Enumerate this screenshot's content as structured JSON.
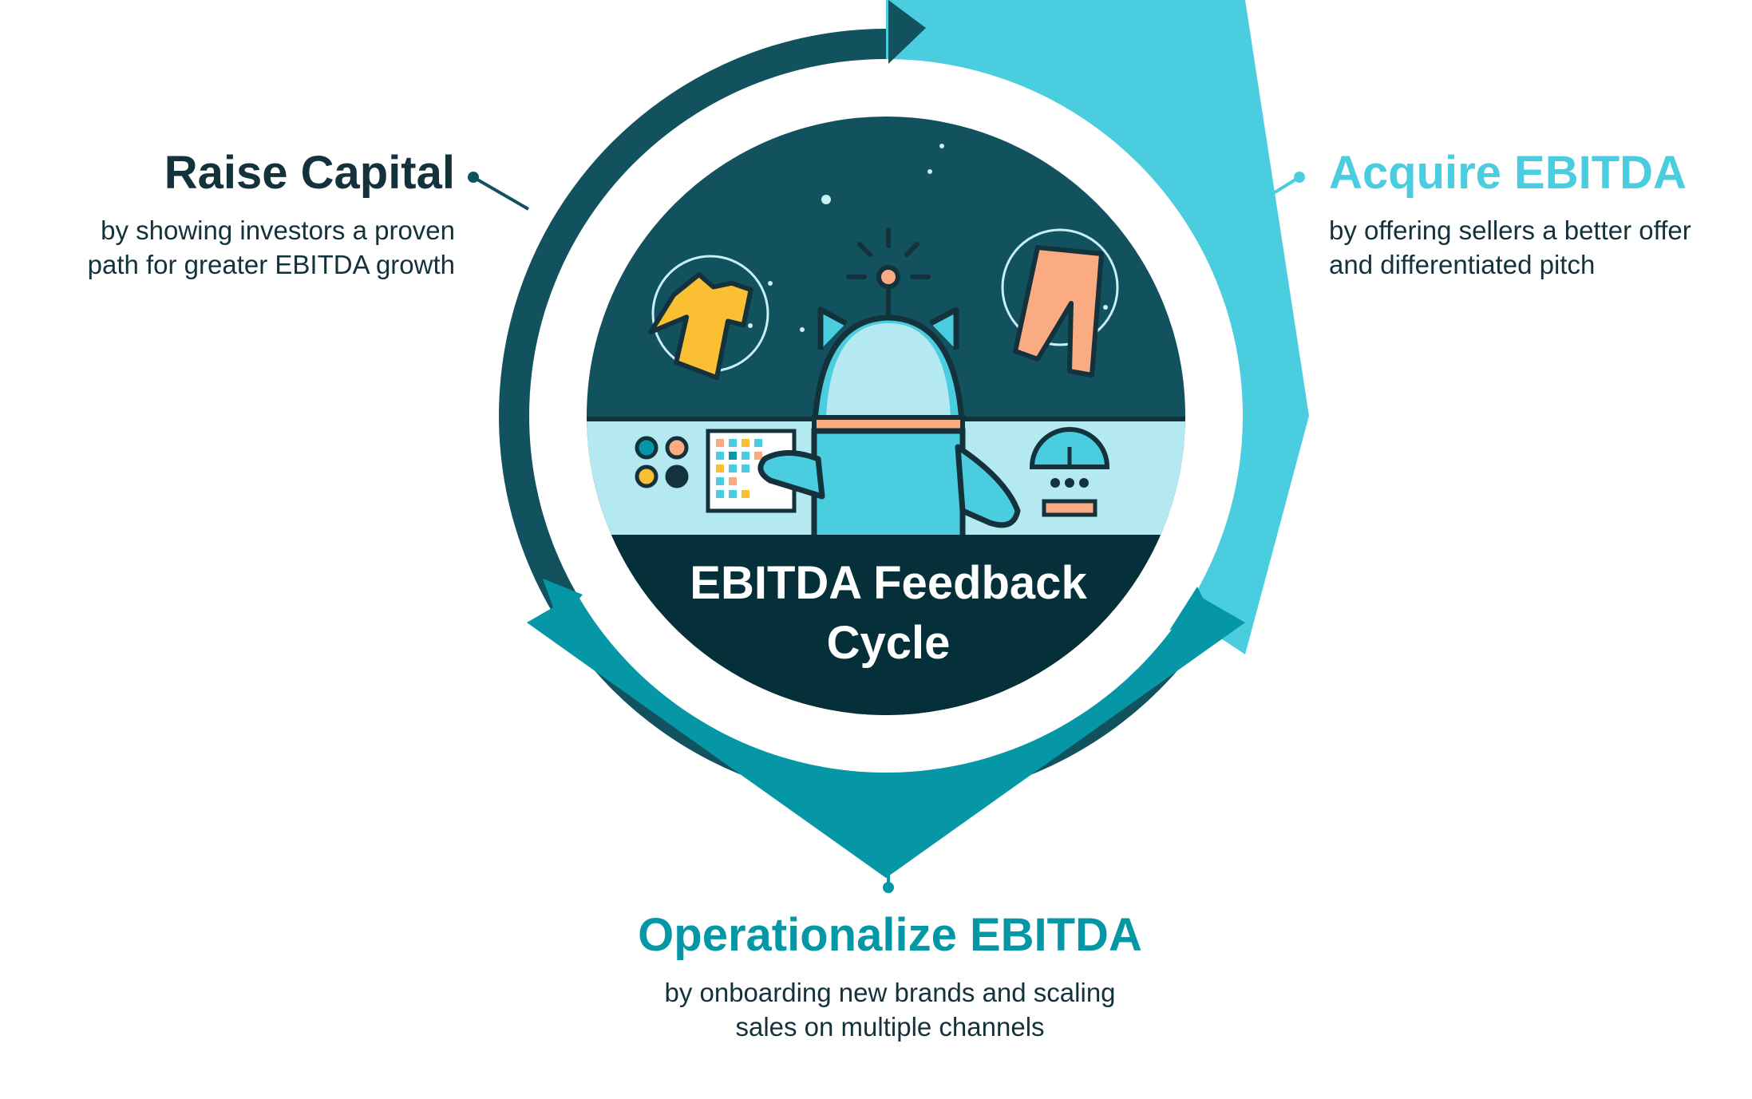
{
  "center": {
    "title_line1": "EBITDA Feedback",
    "title_line2": "Cycle"
  },
  "stages": {
    "raise_capital": {
      "title": "Raise Capital",
      "desc_line1": "by showing investors a proven",
      "desc_line2": "path for greater EBITDA growth"
    },
    "acquire_ebitda": {
      "title": "Acquire EBITDA",
      "desc_line1": "by offering sellers a better offer",
      "desc_line2": "and differentiated pitch"
    },
    "operationalize_ebitda": {
      "title": "Operationalize EBITDA",
      "desc_line1": "by onboarding new brands and scaling",
      "desc_line2": "sales on multiple channels"
    }
  },
  "colors": {
    "dark_teal": "#12525f",
    "light_cyan": "#4bcde0",
    "mid_teal": "#0597a5",
    "navy": "#14323c",
    "console_bg": "#b5e9f1",
    "yellow": "#fbbf33",
    "salmon": "#fbab82"
  },
  "icons": [
    "t-shirt-icon",
    "pants-icon",
    "robot-icon",
    "gauge-icon",
    "keypad-icon",
    "alert-light-icon"
  ]
}
